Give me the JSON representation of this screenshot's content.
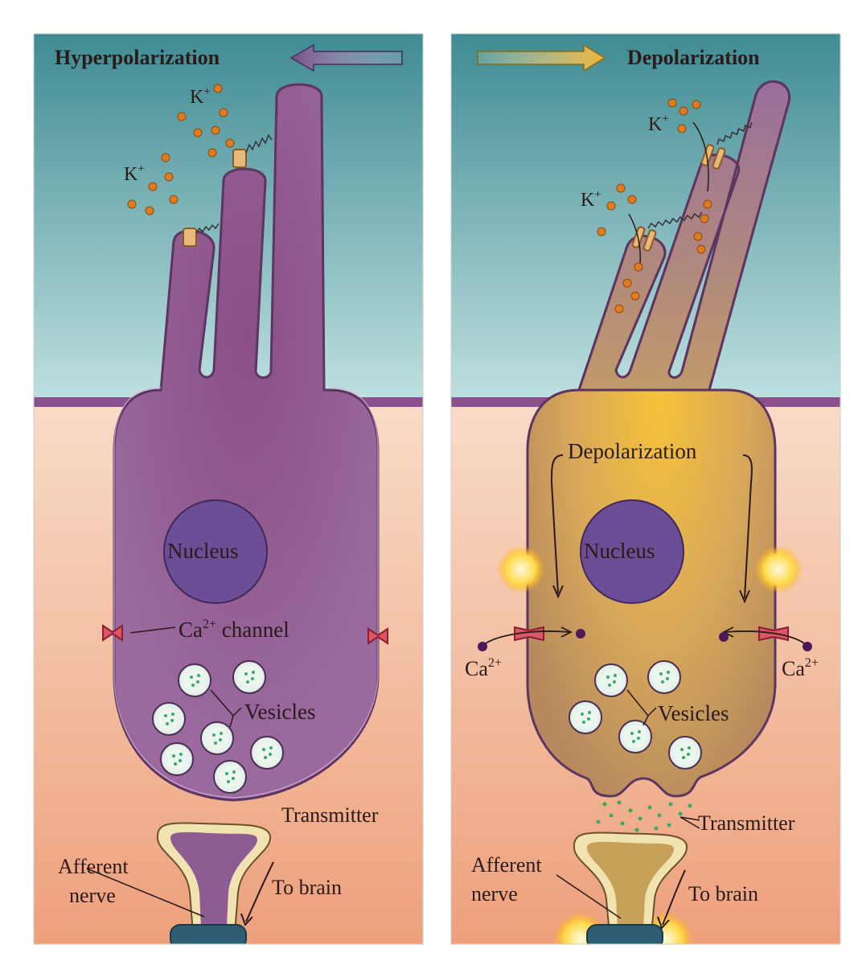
{
  "left_panel": {
    "heading": "Hyperpolarization",
    "ion_label_1": "K+",
    "ion_label_2": "K+",
    "nucleus": "Nucleus",
    "ca_channel": "Ca2+ channel",
    "vesicles": "Vesicles",
    "transmitter": "Transmitter",
    "afferent_line1": "Afferent",
    "afferent_line2": "nerve",
    "to_brain": "To brain"
  },
  "right_panel": {
    "heading": "Depolarization",
    "ion_label_1": "K+",
    "ion_label_2": "K+",
    "depolarization_label": "Depolarization",
    "nucleus": "Nucleus",
    "ca_left": "Ca2+",
    "ca_right": "Ca2+",
    "vesicles": "Vesicles",
    "transmitter": "Transmitter",
    "afferent_line1": "Afferent",
    "afferent_line2": "nerve",
    "to_brain": "To brain"
  },
  "colors": {
    "endolymph_top": "#3f8b93",
    "endolymph_bottom": "#bfe0e0",
    "perilymph_top": "#f8dcc7",
    "perilymph_bottom": "#eea07c",
    "membrane_band": "#8a4f8c",
    "hair_cell_purple": "#8c5c93",
    "hair_cell_depolarized": "#cfa35c",
    "nucleus": "#6d4d95",
    "potassium": "#e07b20",
    "calcium_channel": "#dd5566",
    "vesicle_dots": "#3aa86a"
  }
}
